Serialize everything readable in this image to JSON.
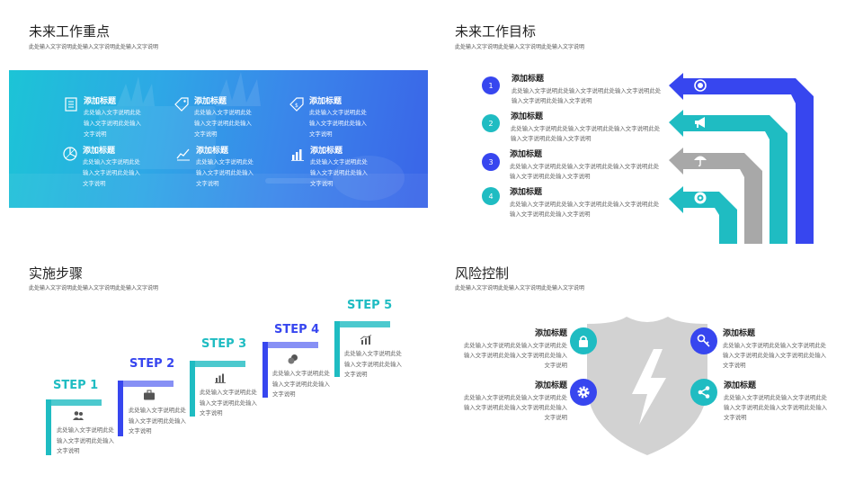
{
  "colors": {
    "blue": "#3746ef",
    "teal": "#1fbcc2",
    "gray": "#a8a8a8",
    "shield": "#d2d2d2"
  },
  "q1": {
    "title": "未来工作重点",
    "subtitle": "此处输入文字说明此处输入文字说明此处输入文字说明",
    "items": [
      {
        "title": "添加标题",
        "text": "此处输入文字说明此处输入文字说明此处输入文字说明",
        "icon": "document-icon"
      },
      {
        "title": "添加标题",
        "text": "此处输入文字说明此处输入文字说明此处输入文字说明",
        "icon": "tag-icon"
      },
      {
        "title": "添加标题",
        "text": "此处输入文字说明此处输入文字说明此处输入文字说明",
        "icon": "price-tag-icon"
      },
      {
        "title": "添加标题",
        "text": "此处输入文字说明此处输入文字说明此处输入文字说明",
        "icon": "pie-chart-icon"
      },
      {
        "title": "添加标题",
        "text": "此处输入文字说明此处输入文字说明此处输入文字说明",
        "icon": "line-chart-icon"
      },
      {
        "title": "添加标题",
        "text": "此处输入文字说明此处输入文字说明此处输入文字说明",
        "icon": "bar-chart-icon"
      }
    ]
  },
  "q2": {
    "title": "未来工作目标",
    "subtitle": "此处输入文字说明此处输入文字说明此处输入文字说明",
    "items": [
      {
        "num": "1",
        "title": "添加标题",
        "text": "此处输入文字说明此处输入文字说明此处输入文字说明此处输入文字说明此处输入文字说明",
        "icon": "power-icon"
      },
      {
        "num": "2",
        "title": "添加标题",
        "text": "此处输入文字说明此处输入文字说明此处输入文字说明此处输入文字说明此处输入文字说明",
        "icon": "megaphone-icon"
      },
      {
        "num": "3",
        "title": "添加标题",
        "text": "此处输入文字说明此处输入文字说明此处输入文字说明此处输入文字说明此处输入文字说明",
        "icon": "umbrella-icon"
      },
      {
        "num": "4",
        "title": "添加标题",
        "text": "此处输入文字说明此处输入文字说明此处输入文字说明此处输入文字说明此处输入文字说明",
        "icon": "target-icon"
      }
    ]
  },
  "q3": {
    "title": "实施步骤",
    "subtitle": "此处输入文字说明此处输入文字说明此处输入文字说明",
    "steps": [
      {
        "label": "STEP 1",
        "text": "此处输入文字说明此处输入文字说明此处输入文字说明",
        "icon": "users-icon"
      },
      {
        "label": "STEP 2",
        "text": "此处输入文字说明此处输入文字说明此处输入文字说明",
        "icon": "briefcase-icon"
      },
      {
        "label": "STEP 3",
        "text": "此处输入文字说明此处输入文字说明此处输入文字说明",
        "icon": "bar-chart-icon"
      },
      {
        "label": "STEP 4",
        "text": "此处输入文字说明此处输入文字说明此处输入文字说明",
        "icon": "coins-icon"
      },
      {
        "label": "STEP 5",
        "text": "此处输入文字说明此处输入文字说明此处输入文字说明",
        "icon": "growth-chart-icon"
      }
    ]
  },
  "q4": {
    "title": "风险控制",
    "subtitle": "此处输入文字说明此处输入文字说明此处输入文字说明",
    "items": [
      {
        "title": "添加标题",
        "text": "此处输入文字说明此处输入文字说明此处输入文字说明此处输入文字说明此处输入文字说明",
        "icon": "lock-icon"
      },
      {
        "title": "添加标题",
        "text": "此处输入文字说明此处输入文字说明此处输入文字说明此处输入文字说明此处输入文字说明",
        "icon": "key-icon"
      },
      {
        "title": "添加标题",
        "text": "此处输入文字说明此处输入文字说明此处输入文字说明此处输入文字说明此处输入文字说明",
        "icon": "gear-icon"
      },
      {
        "title": "添加标题",
        "text": "此处输入文字说明此处输入文字说明此处输入文字说明此处输入文字说明此处输入文字说明",
        "icon": "share-icon"
      }
    ],
    "center_icon": "lightning-shield-icon"
  }
}
